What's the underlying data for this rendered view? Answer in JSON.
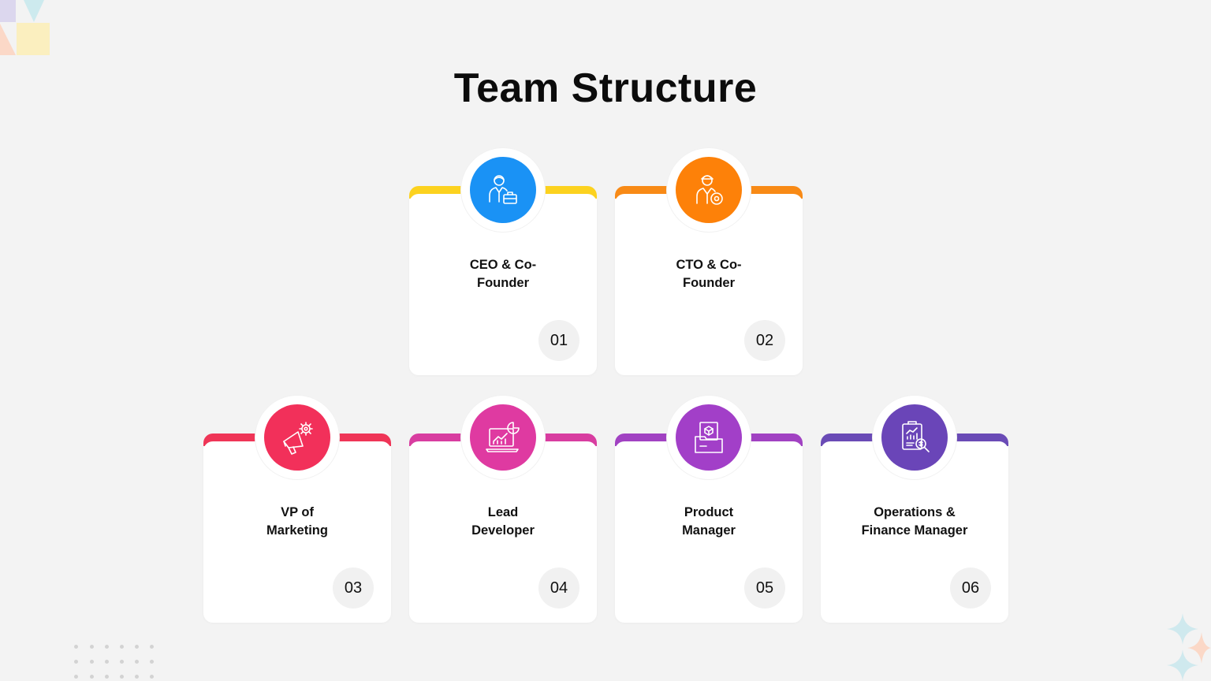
{
  "title": "Team Structure",
  "cards": [
    {
      "label_line1": "CEO & Co-",
      "label_line2": "Founder",
      "number": "01",
      "color": "#1a92f5",
      "accent": "#fcd21f",
      "icon": "businessman-briefcase-icon"
    },
    {
      "label_line1": "CTO & Co-",
      "label_line2": "Founder",
      "number": "02",
      "color": "#fd8109",
      "accent": "#f88a16",
      "icon": "engineer-gear-icon"
    },
    {
      "label_line1": "VP of",
      "label_line2": "Marketing",
      "number": "03",
      "color": "#f2305a",
      "accent": "#ef3557",
      "icon": "megaphone-gear-icon"
    },
    {
      "label_line1": "Lead",
      "label_line2": "Developer",
      "number": "04",
      "color": "#df3aa1",
      "accent": "#d83da0",
      "icon": "laptop-chart-icon"
    },
    {
      "label_line1": "Product",
      "label_line2": "Manager",
      "number": "05",
      "color": "#a23fc8",
      "accent": "#a142c2",
      "icon": "product-box-folder-icon"
    },
    {
      "label_line1": "Operations &",
      "label_line2": "Finance Manager",
      "number": "06",
      "color": "#6a45b8",
      "accent": "#6a4bb6",
      "icon": "finance-report-search-icon"
    }
  ]
}
